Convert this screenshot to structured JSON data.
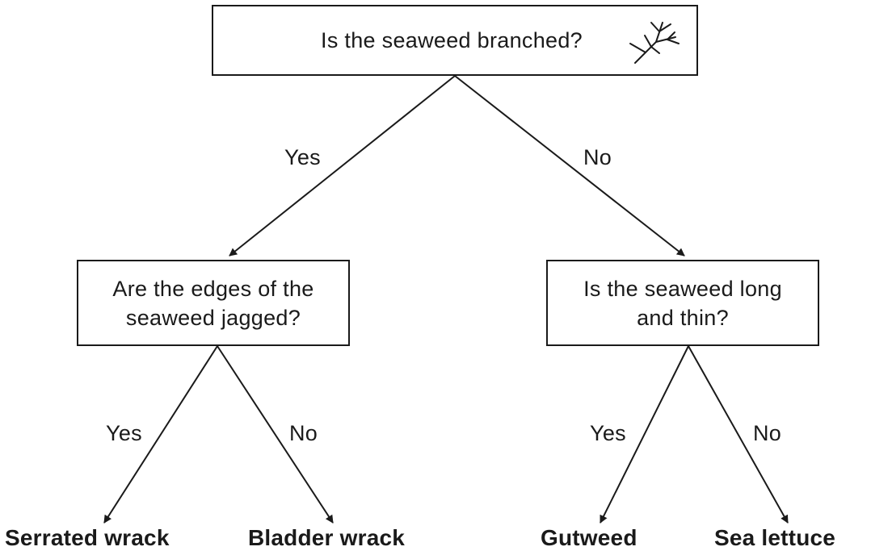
{
  "nodes": {
    "root": {
      "question": "Is the seaweed branched?"
    },
    "left": {
      "question": "Are the edges of the\nseaweed jagged?"
    },
    "right": {
      "question": "Is the seaweed long\nand thin?"
    }
  },
  "edge_labels": {
    "root_left": "Yes",
    "root_right": "No",
    "left_left": "Yes",
    "left_right": "No",
    "right_left": "Yes",
    "right_right": "No"
  },
  "leaves": {
    "serrated_wrack": "Serrated wrack",
    "bladder_wrack": "Bladder wrack",
    "gutweed": "Gutweed",
    "sea_lettuce": "Sea lettuce"
  },
  "icons": {
    "root": "branched-seaweed-icon"
  },
  "colors": {
    "ink": "#1a1a1a",
    "background": "#ffffff"
  }
}
